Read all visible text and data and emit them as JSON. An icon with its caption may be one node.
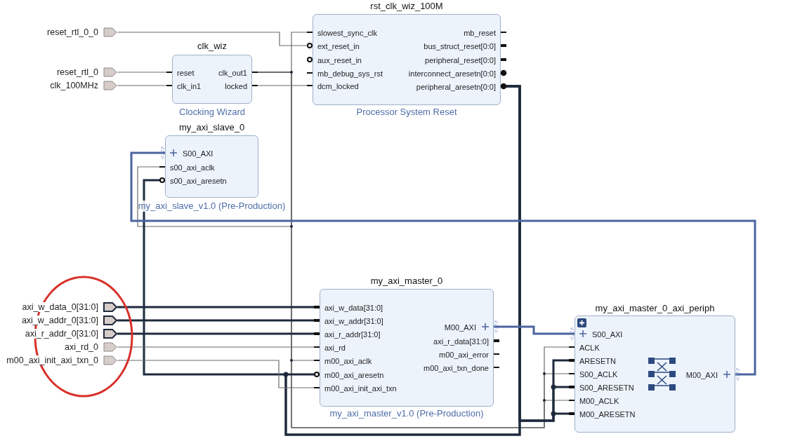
{
  "diagram": {
    "nodes": [
      {
        "text": [
          "reset_rtl_0_0"
        ]
      },
      {
        "text": [
          "reset_rtl_0"
        ]
      },
      {
        "text": [
          "clk_100MHz"
        ]
      },
      {
        "text": [
          "axi_w_data_0[31:0]"
        ]
      },
      {
        "text": [
          "axi_w_addr_0[31:0]"
        ]
      },
      {
        "text": [
          "axi_r_addr_0[31:0]"
        ]
      },
      {
        "text": [
          "axi_rd_0"
        ]
      },
      {
        "text": [
          "m00_axi_init_axi_txn_0"
        ]
      },
      {
        "text": [
          "clk_wiz",
          "reset",
          "clk_in1",
          "clk_out1",
          "locked",
          "Clocking Wizard"
        ]
      },
      {
        "text": [
          "rst_clk_wiz_100M",
          "slowest_sync_clk",
          "ext_reset_in",
          "aux_reset_in",
          "mb_debug_sys_rst",
          "dcm_locked",
          "mb_reset",
          "bus_struct_reset[0:0]",
          "peripheral_reset[0:0]",
          "interconnect_aresetn[0:0]",
          "peripheral_aresetn[0:0]",
          "Processor System Reset"
        ]
      },
      {
        "text": [
          "my_axi_slave_0",
          "S00_AXI",
          "s00_axi_aclk",
          "s00_axi_aresetn",
          "my_axi_slave_v1.0 (Pre-Production)"
        ]
      },
      {
        "text": [
          "my_axi_master_0",
          "axi_w_data[31:0]",
          "axi_w_addr[31:0]",
          "axi_r_addr[31:0]",
          "axi_rd",
          "m00_axi_aclk",
          "m00_axi_aresetn",
          "m00_axi_init_axi_txn",
          "M00_AXI",
          "axi_r_data[31:0]",
          "m00_axi_error",
          "m00_axi_txn_done",
          "my_axi_master_v1.0 (Pre-Production)"
        ]
      },
      {
        "text": [
          "my_axi_master_0_axi_periph",
          "S00_AXI",
          "ACLK",
          "ARESETN",
          "S00_ACLK",
          "S00_ARESETN",
          "M00_ACLK",
          "M00_ARESETN",
          "M00_AXI"
        ]
      }
    ],
    "edges": [
      {
        "from": 0,
        "to": 9,
        "arrow": "none"
      },
      {
        "from": 1,
        "to": 8,
        "arrow": "none"
      },
      {
        "from": 2,
        "to": 8,
        "arrow": "none"
      },
      {
        "from": 8,
        "to": 9,
        "arrow": "none"
      },
      {
        "from": 8,
        "to": 9,
        "arrow": "none"
      },
      {
        "from": 8,
        "to": 10,
        "arrow": "none"
      },
      {
        "from": 8,
        "to": 11,
        "arrow": "none"
      },
      {
        "from": 8,
        "to": 12,
        "arrow": "none"
      },
      {
        "from": 8,
        "to": 12,
        "arrow": "none"
      },
      {
        "from": 8,
        "to": 12,
        "arrow": "none"
      },
      {
        "from": 9,
        "to": 11,
        "arrow": "none",
        "style": "thick",
        "color": "#1e2a3c"
      },
      {
        "from": 9,
        "to": 10,
        "arrow": "none",
        "style": "thick",
        "color": "#1e2a3c"
      },
      {
        "from": 9,
        "to": 12,
        "arrow": "none",
        "style": "thick",
        "color": "#1e2a3c"
      },
      {
        "from": 9,
        "to": 12,
        "arrow": "none",
        "style": "thick",
        "color": "#1e2a3c"
      },
      {
        "from": 9,
        "to": 12,
        "arrow": "none",
        "style": "thick",
        "color": "#1e2a3c"
      },
      {
        "from": 3,
        "to": 11,
        "arrow": "none",
        "style": "thick",
        "color": "#1e2a3c"
      },
      {
        "from": 4,
        "to": 11,
        "arrow": "none",
        "style": "thick",
        "color": "#1e2a3c"
      },
      {
        "from": 5,
        "to": 11,
        "arrow": "none",
        "style": "thick",
        "color": "#1e2a3c"
      },
      {
        "from": 6,
        "to": 11,
        "arrow": "none"
      },
      {
        "from": 7,
        "to": 11,
        "arrow": "none"
      },
      {
        "from": 11,
        "to": 12,
        "arrow": "none",
        "style": "thick",
        "color": "#4a64a0"
      },
      {
        "from": 12,
        "to": 10,
        "arrow": "none",
        "style": "thick",
        "color": "#4a64a0"
      }
    ]
  }
}
